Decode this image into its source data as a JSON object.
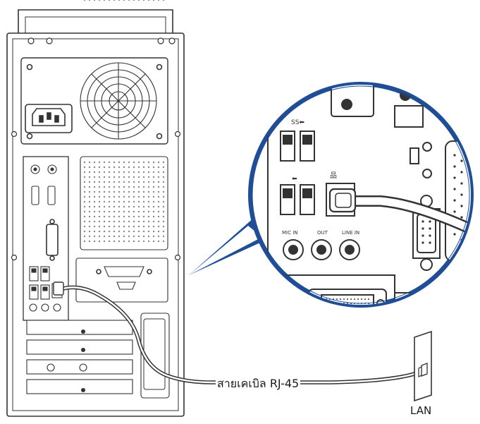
{
  "labels": {
    "cable": "สายเคเบิล RJ-45",
    "lan": "LAN"
  },
  "colors": {
    "callout": "#1f4e96",
    "line": "#333333",
    "fill": "#ffffff"
  },
  "icons": [
    "computer-tower-rear",
    "ethernet-cable",
    "lan-wall-outlet",
    "zoom-callout"
  ]
}
